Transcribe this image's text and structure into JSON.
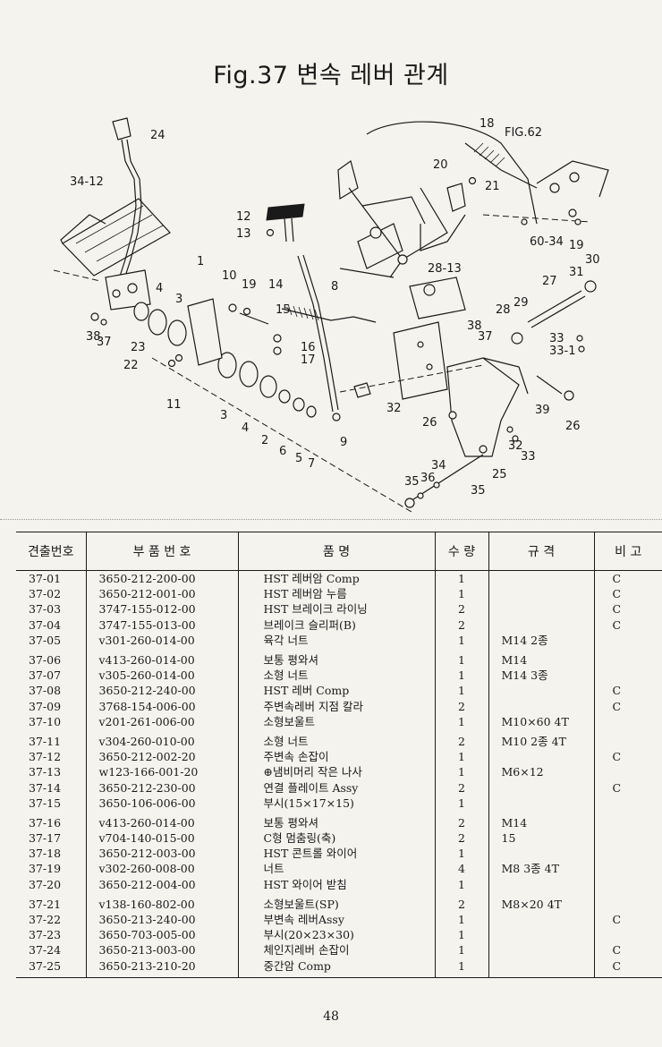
{
  "title": "Fig.37 변속 레버 관계",
  "diagram": {
    "callouts": [
      "24",
      "34-12",
      "12",
      "13",
      "1",
      "10",
      "19",
      "14",
      "15",
      "4",
      "3",
      "16",
      "17",
      "8",
      "38",
      "37",
      "23",
      "22",
      "11",
      "3",
      "4",
      "2",
      "6",
      "5",
      "7",
      "9",
      "18",
      "FIG.62",
      "20",
      "21",
      "28-13",
      "60-34",
      "19",
      "30",
      "31",
      "27",
      "29",
      "28",
      "38",
      "37",
      "32",
      "33",
      "33-1",
      "26",
      "39",
      "26",
      "32",
      "33",
      "34",
      "36",
      "35",
      "25",
      "35"
    ]
  },
  "table": {
    "headers": [
      "견출번호",
      "부 품 번 호",
      "품 명",
      "수 량",
      "규 격",
      "비 고"
    ],
    "rows": [
      {
        "ref": "37-01",
        "part": "3650-212-200-00",
        "name": "HST 레버암 Comp",
        "qty": "1",
        "spec": "",
        "remark": "C"
      },
      {
        "ref": "37-02",
        "part": "3650-212-001-00",
        "name": "HST 레버암 누름",
        "qty": "1",
        "spec": "",
        "remark": "C"
      },
      {
        "ref": "37-03",
        "part": "3747-155-012-00",
        "name": "HST 브레이크 라이닝",
        "qty": "2",
        "spec": "",
        "remark": "C"
      },
      {
        "ref": "37-04",
        "part": "3747-155-013-00",
        "name": "브레이크 슬리퍼(B)",
        "qty": "2",
        "spec": "",
        "remark": "C"
      },
      {
        "ref": "37-05",
        "part": "v301-260-014-00",
        "name": "육각 너트",
        "qty": "1",
        "spec": "M14 2종",
        "remark": ""
      },
      {
        "ref": "37-06",
        "part": "v413-260-014-00",
        "name": "보통 평와셔",
        "qty": "1",
        "spec": "M14",
        "remark": ""
      },
      {
        "ref": "37-07",
        "part": "v305-260-014-00",
        "name": "소형 너트",
        "qty": "1",
        "spec": "M14 3종",
        "remark": ""
      },
      {
        "ref": "37-08",
        "part": "3650-212-240-00",
        "name": "HST 레버 Comp",
        "qty": "1",
        "spec": "",
        "remark": "C"
      },
      {
        "ref": "37-09",
        "part": "3768-154-006-00",
        "name": "주변속레버 지점 칼라",
        "qty": "2",
        "spec": "",
        "remark": "C"
      },
      {
        "ref": "37-10",
        "part": "v201-261-006-00",
        "name": "소형보울트",
        "qty": "1",
        "spec": "M10×60 4T",
        "remark": ""
      },
      {
        "ref": "37-11",
        "part": "v304-260-010-00",
        "name": "소형 너트",
        "qty": "2",
        "spec": "M10 2종 4T",
        "remark": ""
      },
      {
        "ref": "37-12",
        "part": "3650-212-002-20",
        "name": "주변속 손잡이",
        "qty": "1",
        "spec": "",
        "remark": "C"
      },
      {
        "ref": "37-13",
        "part": "w123-166-001-20",
        "name": "⊕냄비머리 작은 나사",
        "qty": "1",
        "spec": "M6×12",
        "remark": ""
      },
      {
        "ref": "37-14",
        "part": "3650-212-230-00",
        "name": "연결 플레이트 Assy",
        "qty": "2",
        "spec": "",
        "remark": "C"
      },
      {
        "ref": "37-15",
        "part": "3650-106-006-00",
        "name": "부시(15×17×15)",
        "qty": "1",
        "spec": "",
        "remark": ""
      },
      {
        "ref": "37-16",
        "part": "v413-260-014-00",
        "name": "보통 평와셔",
        "qty": "2",
        "spec": "M14",
        "remark": ""
      },
      {
        "ref": "37-17",
        "part": "v704-140-015-00",
        "name": "C형 멈춤링(축)",
        "qty": "2",
        "spec": "15",
        "remark": ""
      },
      {
        "ref": "37-18",
        "part": "3650-212-003-00",
        "name": "HST 콘트롤 와이어",
        "qty": "1",
        "spec": "",
        "remark": ""
      },
      {
        "ref": "37-19",
        "part": "v302-260-008-00",
        "name": "너트",
        "qty": "4",
        "spec": "M8 3종 4T",
        "remark": ""
      },
      {
        "ref": "37-20",
        "part": "3650-212-004-00",
        "name": "HST 와이어 받침",
        "qty": "1",
        "spec": "",
        "remark": ""
      },
      {
        "ref": "37-21",
        "part": "v138-160-802-00",
        "name": "소형보울트(SP)",
        "qty": "2",
        "spec": "M8×20 4T",
        "remark": ""
      },
      {
        "ref": "37-22",
        "part": "3650-213-240-00",
        "name": "부변속 레버Assy",
        "qty": "1",
        "spec": "",
        "remark": "C"
      },
      {
        "ref": "37-23",
        "part": "3650-703-005-00",
        "name": "부시(20×23×30)",
        "qty": "1",
        "spec": "",
        "remark": ""
      },
      {
        "ref": "37-24",
        "part": "3650-213-003-00",
        "name": "체인지레버 손잡이",
        "qty": "1",
        "spec": "",
        "remark": "C"
      },
      {
        "ref": "37-25",
        "part": "3650-213-210-20",
        "name": "중간암 Comp",
        "qty": "1",
        "spec": "",
        "remark": "C"
      }
    ]
  },
  "page_number": "48"
}
